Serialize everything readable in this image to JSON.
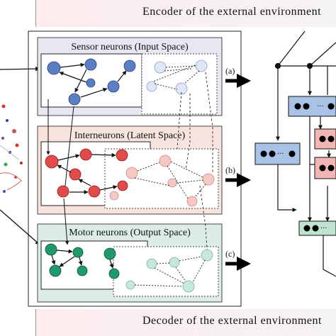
{
  "header": {
    "encoder_text": "Encoder of the external environment"
  },
  "footer": {
    "decoder_text": "Decoder of the external environment"
  },
  "panels": [
    {
      "title": "Sensor neurons (Input Space)",
      "color": "#5b7fc7"
    },
    {
      "title": "Interneurons (Latent Space)",
      "color": "#e34a4a"
    },
    {
      "title": "Motor neurons (Output Space)",
      "color": "#1f9a6a"
    }
  ],
  "arrow_labels": [
    "(a)",
    "(b)",
    "(c)"
  ],
  "colors": {
    "sensor_bg": "#e8e6f0",
    "inter_bg": "#f7e4de",
    "motor_bg": "#dcece9",
    "block_blue": "#a9c3e6",
    "block_pink": "#f0b6b6",
    "block_green": "#bfe3cf"
  }
}
